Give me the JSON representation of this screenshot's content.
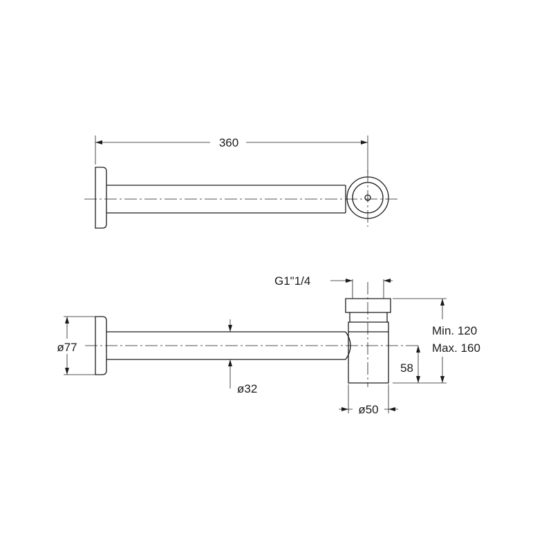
{
  "dimensions": {
    "length": "360",
    "thread": "G1\"1/4",
    "height_min": "Min. 120",
    "height_max": "Max. 160",
    "outlet_height": "58",
    "flange_diameter": "ø77",
    "pipe_diameter": "ø32",
    "body_diameter": "ø50"
  },
  "colors": {
    "line": "#1a1a1a",
    "background": "#ffffff"
  }
}
